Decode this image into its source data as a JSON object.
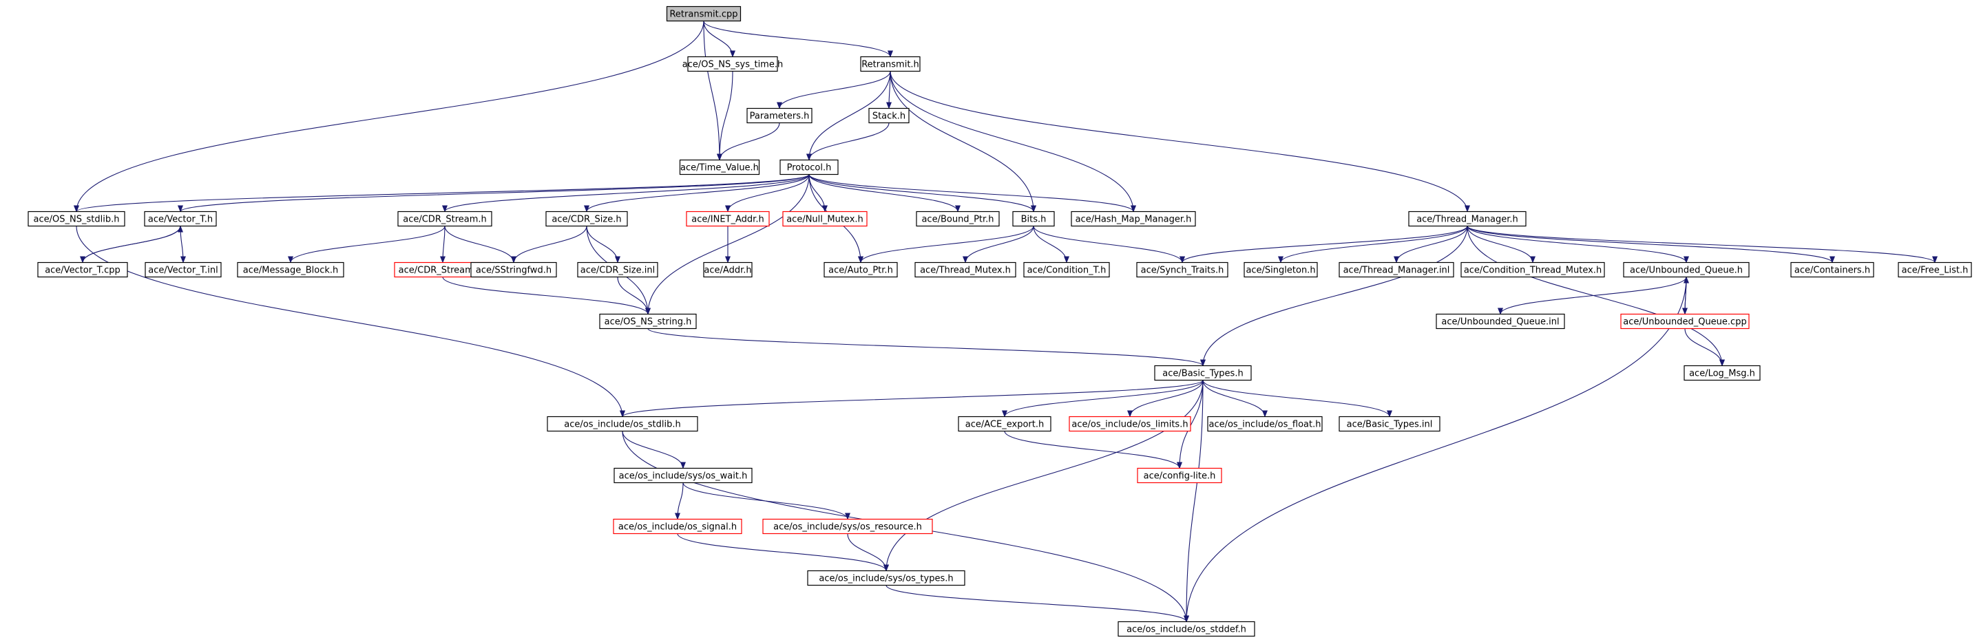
{
  "colors": {
    "edge": "#191970",
    "red_border": "#ff0000",
    "root_fill": "#bfbfbf",
    "node_border": "#000000"
  },
  "nodes": [
    {
      "id": "retransmit_cpp",
      "label": "Retransmit.cpp",
      "root": true
    },
    {
      "id": "os_ns_sys_time",
      "label": "ace/OS_NS_sys_time.h"
    },
    {
      "id": "retransmit_h",
      "label": "Retransmit.h"
    },
    {
      "id": "parameters",
      "label": "Parameters.h"
    },
    {
      "id": "stack",
      "label": "Stack.h"
    },
    {
      "id": "time_value",
      "label": "ace/Time_Value.h"
    },
    {
      "id": "protocol",
      "label": "Protocol.h"
    },
    {
      "id": "os_ns_stdlib",
      "label": "ace/OS_NS_stdlib.h"
    },
    {
      "id": "vector_t_h",
      "label": "ace/Vector_T.h"
    },
    {
      "id": "cdr_stream_h",
      "label": "ace/CDR_Stream.h"
    },
    {
      "id": "cdr_size_h",
      "label": "ace/CDR_Size.h"
    },
    {
      "id": "inet_addr",
      "label": "ace/INET_Addr.h",
      "red": true
    },
    {
      "id": "null_mutex",
      "label": "ace/Null_Mutex.h",
      "red": true
    },
    {
      "id": "bound_ptr",
      "label": "ace/Bound_Ptr.h"
    },
    {
      "id": "bits",
      "label": "Bits.h"
    },
    {
      "id": "hash_map",
      "label": "ace/Hash_Map_Manager.h"
    },
    {
      "id": "thread_manager",
      "label": "ace/Thread_Manager.h"
    },
    {
      "id": "vector_t_cpp",
      "label": "ace/Vector_T.cpp"
    },
    {
      "id": "vector_t_inl",
      "label": "ace/Vector_T.inl"
    },
    {
      "id": "message_block",
      "label": "ace/Message_Block.h"
    },
    {
      "id": "cdr_stream_inl",
      "label": "ace/CDR_Stream.inl",
      "red": true
    },
    {
      "id": "sstringfwd",
      "label": "ace/SStringfwd.h"
    },
    {
      "id": "cdr_size_inl",
      "label": "ace/CDR_Size.inl"
    },
    {
      "id": "addr",
      "label": "ace/Addr.h"
    },
    {
      "id": "auto_ptr",
      "label": "ace/Auto_Ptr.h"
    },
    {
      "id": "thread_mutex",
      "label": "ace/Thread_Mutex.h"
    },
    {
      "id": "condition_t",
      "label": "ace/Condition_T.h"
    },
    {
      "id": "synch_traits",
      "label": "ace/Synch_Traits.h"
    },
    {
      "id": "singleton",
      "label": "ace/Singleton.h"
    },
    {
      "id": "thread_manager_inl",
      "label": "ace/Thread_Manager.inl"
    },
    {
      "id": "condition_thread_mutex",
      "label": "ace/Condition_Thread_Mutex.h"
    },
    {
      "id": "unbounded_queue_h",
      "label": "ace/Unbounded_Queue.h"
    },
    {
      "id": "containers",
      "label": "ace/Containers.h"
    },
    {
      "id": "free_list",
      "label": "ace/Free_List.h"
    },
    {
      "id": "os_ns_string",
      "label": "ace/OS_NS_string.h"
    },
    {
      "id": "unbounded_queue_inl",
      "label": "ace/Unbounded_Queue.inl"
    },
    {
      "id": "unbounded_queue_cpp",
      "label": "ace/Unbounded_Queue.cpp",
      "red": true
    },
    {
      "id": "basic_types_h",
      "label": "ace/Basic_Types.h"
    },
    {
      "id": "log_msg",
      "label": "ace/Log_Msg.h"
    },
    {
      "id": "os_stdlib",
      "label": "ace/os_include/os_stdlib.h"
    },
    {
      "id": "ace_export",
      "label": "ace/ACE_export.h"
    },
    {
      "id": "os_limits",
      "label": "ace/os_include/os_limits.h",
      "red": true
    },
    {
      "id": "os_float",
      "label": "ace/os_include/os_float.h"
    },
    {
      "id": "basic_types_inl",
      "label": "ace/Basic_Types.inl"
    },
    {
      "id": "os_wait",
      "label": "ace/os_include/sys/os_wait.h"
    },
    {
      "id": "config_lite",
      "label": "ace/config-lite.h",
      "red": true
    },
    {
      "id": "os_signal",
      "label": "ace/os_include/os_signal.h",
      "red": true
    },
    {
      "id": "os_resource",
      "label": "ace/os_include/sys/os_resource.h",
      "red": true
    },
    {
      "id": "os_types",
      "label": "ace/os_include/sys/os_types.h"
    },
    {
      "id": "os_stddef",
      "label": "ace/os_include/os_stddef.h"
    }
  ],
  "edges": [
    [
      "retransmit_cpp",
      "os_ns_sys_time"
    ],
    [
      "retransmit_cpp",
      "retransmit_h"
    ],
    [
      "retransmit_cpp",
      "time_value"
    ],
    [
      "retransmit_cpp",
      "os_ns_stdlib"
    ],
    [
      "os_ns_sys_time",
      "time_value"
    ],
    [
      "retransmit_h",
      "parameters"
    ],
    [
      "retransmit_h",
      "stack"
    ],
    [
      "retransmit_h",
      "protocol"
    ],
    [
      "retransmit_h",
      "bits"
    ],
    [
      "retransmit_h",
      "hash_map"
    ],
    [
      "retransmit_h",
      "thread_manager"
    ],
    [
      "parameters",
      "time_value"
    ],
    [
      "stack",
      "protocol"
    ],
    [
      "protocol",
      "os_ns_stdlib"
    ],
    [
      "protocol",
      "vector_t_h"
    ],
    [
      "protocol",
      "cdr_stream_h"
    ],
    [
      "protocol",
      "cdr_size_h"
    ],
    [
      "protocol",
      "inet_addr"
    ],
    [
      "protocol",
      "null_mutex"
    ],
    [
      "protocol",
      "bound_ptr"
    ],
    [
      "protocol",
      "bits"
    ],
    [
      "protocol",
      "hash_map"
    ],
    [
      "protocol",
      "auto_ptr"
    ],
    [
      "protocol",
      "os_ns_string"
    ],
    [
      "os_ns_stdlib",
      "os_stdlib"
    ],
    [
      "vector_t_h",
      "vector_t_cpp"
    ],
    [
      "vector_t_h",
      "vector_t_inl"
    ],
    [
      "vector_t_cpp",
      "vector_t_h"
    ],
    [
      "cdr_stream_h",
      "message_block"
    ],
    [
      "cdr_stream_h",
      "cdr_stream_inl"
    ],
    [
      "cdr_stream_h",
      "sstringfwd"
    ],
    [
      "cdr_size_h",
      "sstringfwd"
    ],
    [
      "cdr_size_h",
      "cdr_size_inl"
    ],
    [
      "cdr_size_h",
      "os_ns_string"
    ],
    [
      "cdr_stream_inl",
      "os_ns_string"
    ],
    [
      "cdr_size_inl",
      "os_ns_string"
    ],
    [
      "inet_addr",
      "addr"
    ],
    [
      "bits",
      "auto_ptr"
    ],
    [
      "bits",
      "thread_mutex"
    ],
    [
      "bits",
      "condition_t"
    ],
    [
      "bits",
      "synch_traits"
    ],
    [
      "thread_manager",
      "synch_traits"
    ],
    [
      "thread_manager",
      "singleton"
    ],
    [
      "thread_manager",
      "thread_manager_inl"
    ],
    [
      "thread_manager",
      "condition_thread_mutex"
    ],
    [
      "thread_manager",
      "unbounded_queue_h"
    ],
    [
      "thread_manager",
      "containers"
    ],
    [
      "thread_manager",
      "free_list"
    ],
    [
      "thread_manager",
      "log_msg"
    ],
    [
      "thread_manager",
      "basic_types_h"
    ],
    [
      "unbounded_queue_h",
      "unbounded_queue_inl"
    ],
    [
      "unbounded_queue_h",
      "unbounded_queue_cpp"
    ],
    [
      "unbounded_queue_h",
      "os_stddef"
    ],
    [
      "unbounded_queue_cpp",
      "unbounded_queue_h"
    ],
    [
      "unbounded_queue_cpp",
      "log_msg"
    ],
    [
      "os_ns_string",
      "basic_types_h"
    ],
    [
      "basic_types_h",
      "os_stdlib"
    ],
    [
      "basic_types_h",
      "ace_export"
    ],
    [
      "basic_types_h",
      "os_limits"
    ],
    [
      "basic_types_h",
      "os_float"
    ],
    [
      "basic_types_h",
      "basic_types_inl"
    ],
    [
      "basic_types_h",
      "config_lite"
    ],
    [
      "basic_types_h",
      "os_types"
    ],
    [
      "basic_types_h",
      "os_stddef"
    ],
    [
      "ace_export",
      "config_lite"
    ],
    [
      "os_stdlib",
      "os_wait"
    ],
    [
      "os_stdlib",
      "os_stddef"
    ],
    [
      "os_wait",
      "os_signal"
    ],
    [
      "os_wait",
      "os_resource"
    ],
    [
      "os_signal",
      "os_types"
    ],
    [
      "os_resource",
      "os_types"
    ],
    [
      "os_types",
      "os_stddef"
    ]
  ]
}
